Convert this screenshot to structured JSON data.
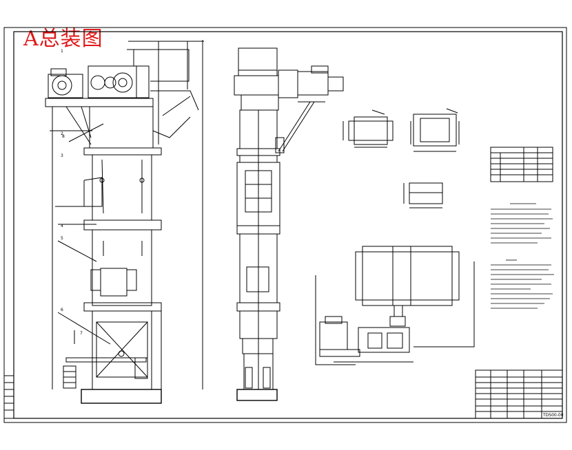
{
  "drawing": {
    "title": "A总装图",
    "drawing_number": "TDS00-00"
  },
  "colors": {
    "title_red": "#e01818",
    "line": "#000000",
    "background": "#ffffff"
  },
  "part_callouts": [
    "1",
    "2",
    "3",
    "4",
    "5",
    "6",
    "7",
    "8"
  ]
}
